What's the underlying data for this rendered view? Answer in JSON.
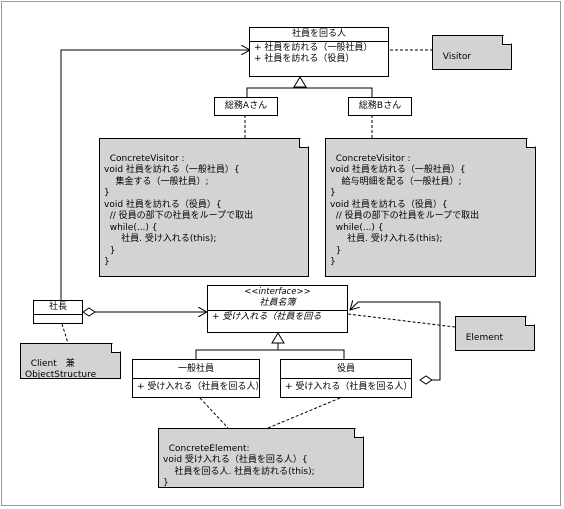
{
  "classes": {
    "visitor_interface": {
      "name": "社員を回る人",
      "ops": [
        "+ 社員を訪れる（一般社員）",
        "+ 社員を訪れる（役員）"
      ]
    },
    "concrete_visitor_a": {
      "name": "総務Aさん"
    },
    "concrete_visitor_b": {
      "name": "総務Bさん"
    },
    "president": {
      "name": "社長"
    },
    "element_interface": {
      "stereotype": "<<interface>>",
      "name": "社員名簿",
      "ops": [
        "+ 受け入れる（社員を回る"
      ]
    },
    "general_employee": {
      "name": "一般社員",
      "ops": [
        "+ 受け入れる（社員を回る人）"
      ]
    },
    "executive": {
      "name": "役員",
      "ops": [
        "+ 受け入れる（社員を回る人）"
      ]
    }
  },
  "notes": {
    "visitor_label": "Visitor",
    "element_label": "Element",
    "client_label": "Client　兼\nObjectStructure",
    "concrete_visitor_a": "ConcreteVisitor :\nvoid 社員を訪れる（一般社員）{\n    集金する（一般社員）;\n}\nvoid 社員を訪れる（役員）{\n  // 役員の部下の社員をループで取出\n  while(...) {\n      社員. 受け入れる(this);\n  }\n}",
    "concrete_visitor_b": "ConcreteVisitor :\nvoid 社員を訪れる（一般社員）{\n    給与明細を配る（一般社員）;\n}\nvoid 社員を訪れる（役員）{\n  // 役員の部下の社員をループで取出\n  while(...) {\n      社員. 受け入れる(this);\n  }\n}",
    "concrete_element": "ConcreteElement:\nvoid 受け入れる（社員を回る人）{\n    社員を回る人. 社員を訪れる(this);\n}"
  }
}
